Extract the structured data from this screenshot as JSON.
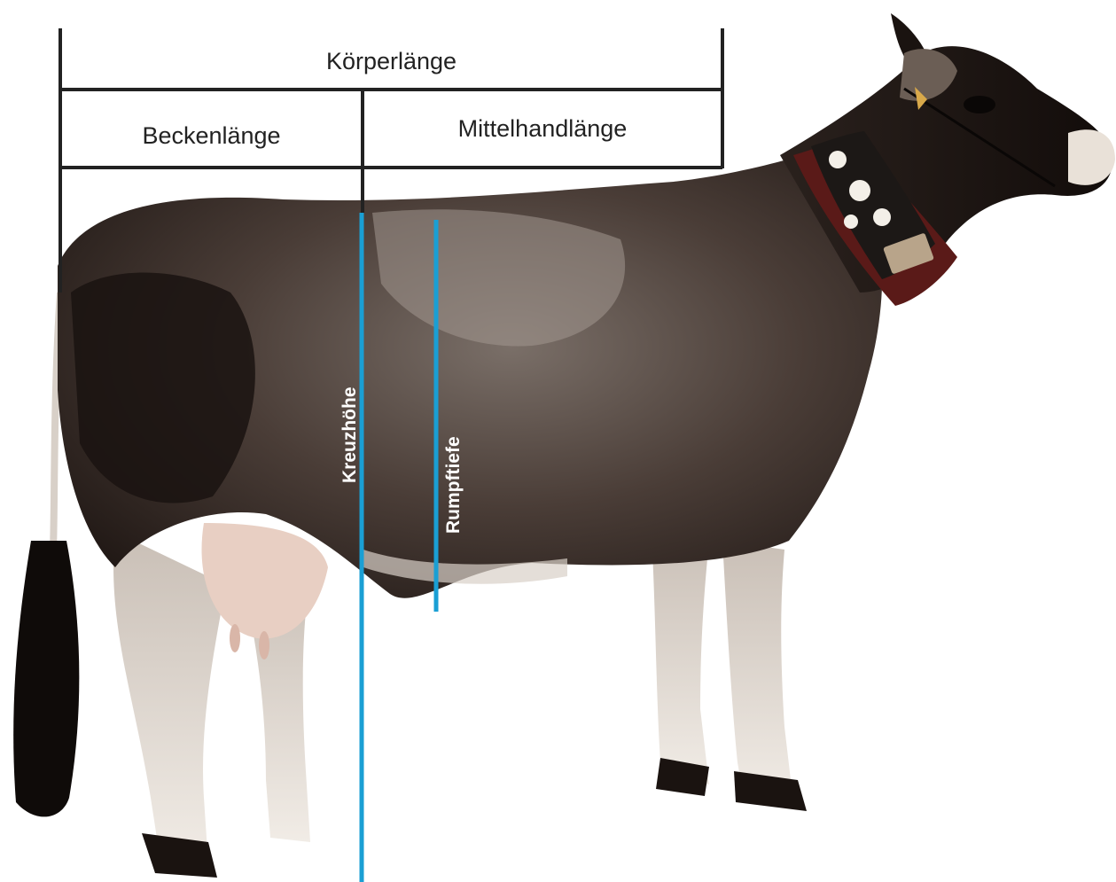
{
  "labels": {
    "body_length": "Körperlänge",
    "pelvis_length": "Beckenlänge",
    "midhand_length": "Mittelhandlänge",
    "cross_height": "Kreuzhöhe",
    "trunk_depth": "Rumpftiefe"
  },
  "colors": {
    "bracket_lines": "#222222",
    "measure_lines": "#1a9fd4",
    "vertical_label_text": "#ffffff",
    "background": "#ffffff"
  },
  "illustration": {
    "subject": "grey-brown cow in side profile wearing a decorated bell collar"
  }
}
